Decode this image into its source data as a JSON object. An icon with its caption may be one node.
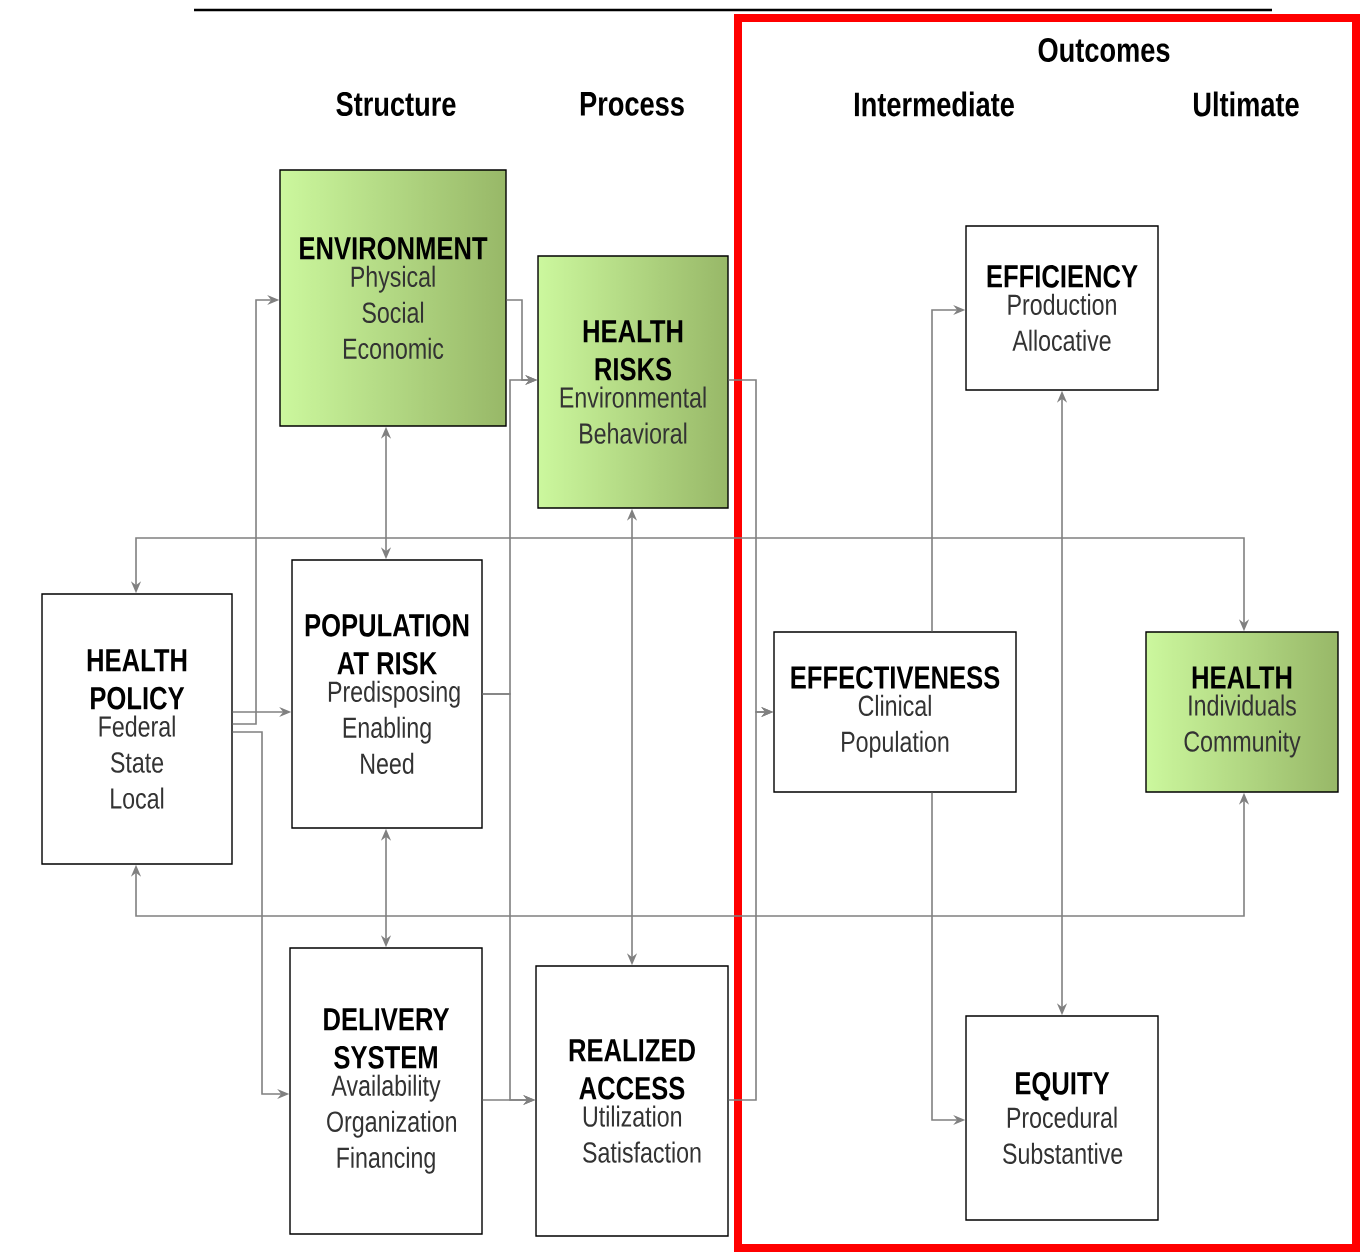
{
  "diagram": {
    "nodes": [
      {
        "text": [
          "ENVIRONMENT",
          "Physical Social Economic"
        ]
      },
      {
        "text": [
          "HEALTH RISKS",
          "Environmental Behavioral"
        ]
      },
      {
        "text": [
          "HEALTH POLICY",
          "Federal State Local"
        ]
      },
      {
        "text": [
          "POPULATION AT RISK",
          "Predisposing Enabling Need"
        ]
      },
      {
        "text": [
          "DELIVERY SYSTEM",
          "Availability Organization Financing"
        ]
      },
      {
        "text": [
          "REALIZED ACCESS",
          "Utilization Satisfaction"
        ]
      },
      {
        "text": [
          "EFFICIENCY",
          "Production Allocative"
        ]
      },
      {
        "text": [
          "EFFECTIVENESS",
          "Clinical Population"
        ]
      },
      {
        "text": [
          "HEALTH",
          "Individuals Community"
        ]
      },
      {
        "text": [
          "EQUITY",
          "Procedural Substantive"
        ]
      }
    ],
    "edges": [
      {
        "from": 2,
        "to": 0,
        "arrow": "to"
      },
      {
        "from": 2,
        "to": 3,
        "arrow": "to"
      },
      {
        "from": 2,
        "to": 4,
        "arrow": "to"
      },
      {
        "from": 0,
        "to": 3,
        "arrow": "both"
      },
      {
        "from": 3,
        "to": 4,
        "arrow": "both"
      },
      {
        "from": 0,
        "to": 1,
        "arrow": "to"
      },
      {
        "from": 3,
        "to": 1,
        "arrow": "to"
      },
      {
        "from": 3,
        "to": 5,
        "arrow": "to"
      },
      {
        "from": 4,
        "to": 5,
        "arrow": "to"
      },
      {
        "from": 1,
        "to": 5,
        "arrow": "both"
      },
      {
        "from": 1,
        "to": 7,
        "arrow": "to"
      },
      {
        "from": 5,
        "to": 7,
        "arrow": "to"
      },
      {
        "from": 7,
        "to": 6,
        "arrow": "to"
      },
      {
        "from": 7,
        "to": 9,
        "arrow": "to"
      },
      {
        "from": 6,
        "to": 9,
        "arrow": "both"
      },
      {
        "from": 2,
        "to": 8,
        "arrow": "both"
      },
      {
        "from": 2,
        "to": 8,
        "arrow": "both"
      }
    ],
    "labels": [
      "Outcomes",
      "Structure",
      "Process",
      "Intermediate",
      "Ultimate"
    ]
  }
}
